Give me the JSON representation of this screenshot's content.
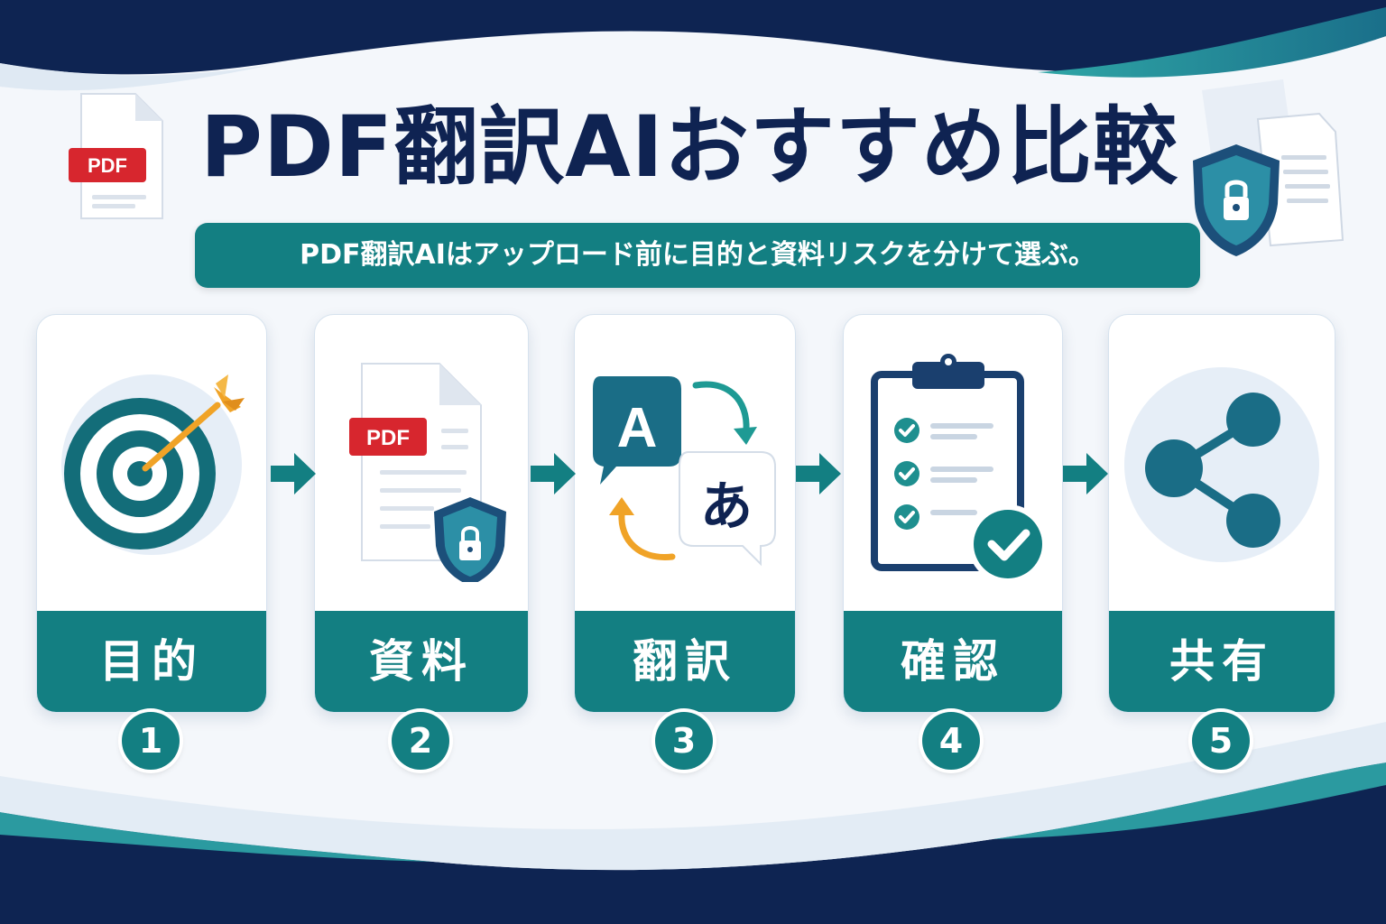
{
  "title": "PDF翻訳AIおすすめ比較",
  "subtitle": "PDF翻訳AIはアップロード前に目的と資料リスクを分けて選ぶ。",
  "pdf_badge_text": "PDF",
  "colors": {
    "teal": "#137f82",
    "navy": "#0f2352",
    "accent_red": "#d7262e",
    "accent_orange": "#f0a327"
  },
  "translate_glyphs": {
    "latin": "A",
    "japanese": "あ"
  },
  "steps": [
    {
      "number": "1",
      "label": "目的",
      "icon": "target-icon"
    },
    {
      "number": "2",
      "label": "資料",
      "icon": "pdf-lock-icon"
    },
    {
      "number": "3",
      "label": "翻訳",
      "icon": "translate-icon"
    },
    {
      "number": "4",
      "label": "確認",
      "icon": "clipboard-check-icon"
    },
    {
      "number": "5",
      "label": "共有",
      "icon": "share-icon"
    }
  ]
}
